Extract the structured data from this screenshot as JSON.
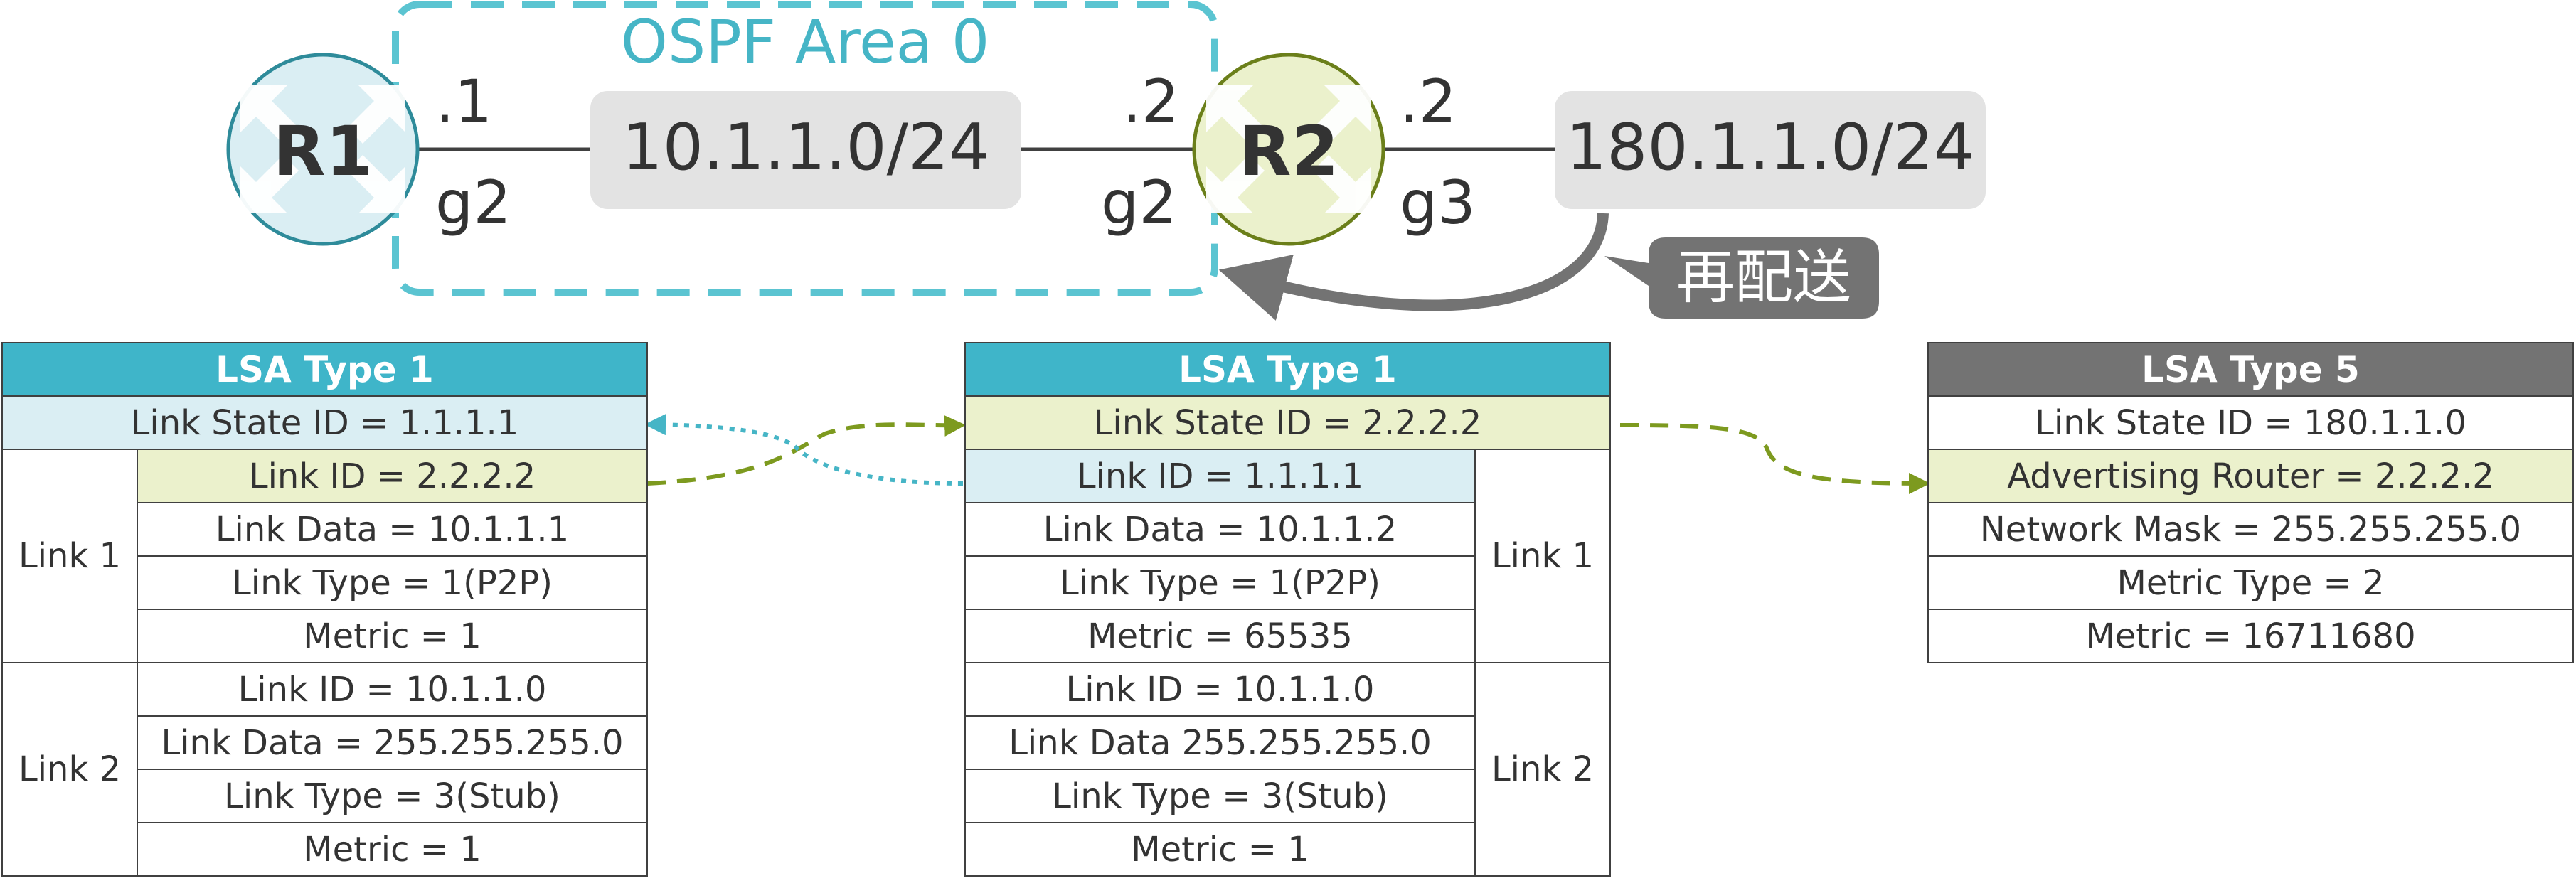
{
  "diagram": {
    "area_label": "OSPF Area 0",
    "routers": [
      {
        "id": "r1",
        "label": "R1",
        "color": "#daeef3",
        "stroke": "#2e8b9a"
      },
      {
        "id": "r2",
        "label": "R2",
        "color": "#ebf1cc",
        "stroke": "#6b7f1a"
      }
    ],
    "networks": [
      {
        "id": "net1",
        "label": "10.1.1.0/24"
      },
      {
        "id": "net2",
        "label": "180.1.1.0/24"
      }
    ],
    "interfaces": {
      "r1_addr": ".1",
      "r1_port": "g2",
      "r2_left_addr": ".2",
      "r2_left_port": "g2",
      "r2_right_addr": ".2",
      "r2_right_port": "g3"
    },
    "redistribute_label": "再配送",
    "colors": {
      "area_border": "#5bc4d1",
      "area_text": "#46b5c6",
      "network_box": "#e3e3e3",
      "callout": "#737373",
      "header_blue": "#3fb5c9",
      "header_gray": "#737373",
      "arrow_green": "#7d9a1f",
      "arrow_blue": "#46b5c6"
    }
  },
  "lsa_tables": {
    "r1_type1": {
      "header": "LSA Type 1",
      "link_state_id": "Link State ID = 1.1.1.1",
      "link1_label": "Link 1",
      "link1_rows": [
        "Link ID = 2.2.2.2",
        "Link Data = 10.1.1.1",
        "Link Type = 1(P2P)",
        "Metric = 1"
      ],
      "link2_label": "Link 2",
      "link2_rows": [
        "Link ID = 10.1.1.0",
        "Link Data = 255.255.255.0",
        "Link Type = 3(Stub)",
        "Metric = 1"
      ]
    },
    "r2_type1": {
      "header": "LSA Type 1",
      "link_state_id": "Link State ID = 2.2.2.2",
      "link1_label": "Link 1",
      "link1_rows": [
        "Link ID = 1.1.1.1",
        "Link Data = 10.1.1.2",
        "Link Type = 1(P2P)",
        "Metric = 65535"
      ],
      "link2_label": "Link 2",
      "link2_rows": [
        "Link ID = 10.1.1.0",
        "Link Data 255.255.255.0",
        "Link Type = 3(Stub)",
        "Metric = 1"
      ]
    },
    "r2_type5": {
      "header": "LSA Type 5",
      "rows": [
        "Link State ID = 180.1.1.0",
        "Advertising Router = 2.2.2.2",
        "Network Mask = 255.255.255.0",
        "Metric Type = 2",
        "Metric = 16711680"
      ]
    }
  }
}
